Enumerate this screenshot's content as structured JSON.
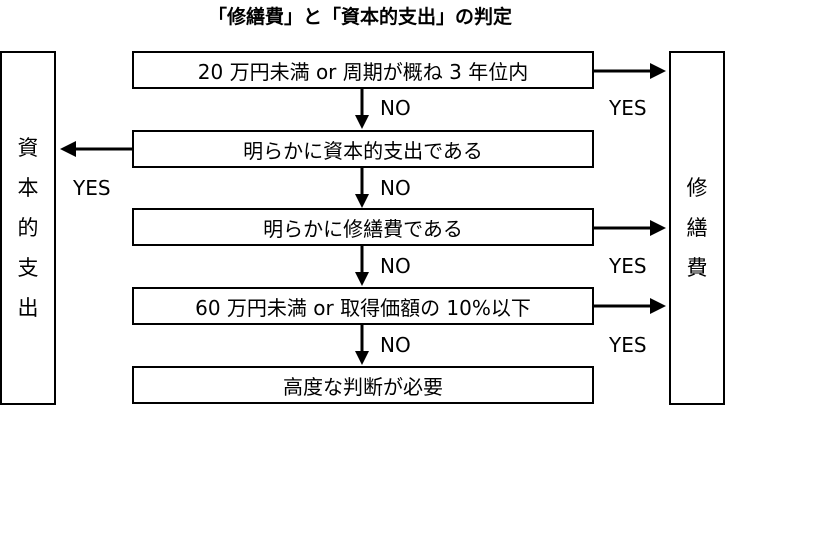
{
  "title": "「修繕費」と「資本的支出」の判定",
  "steps": [
    "20 万円未満 or 周期が概ね 3 年位内",
    "明らかに資本的支出である",
    "明らかに修繕費である",
    "60 万円未満 or 取得価額の 10%以下",
    "高度な判断が必要"
  ],
  "left_box": {
    "chars": [
      "資",
      "本",
      "的",
      "支",
      "出"
    ]
  },
  "right_box": {
    "chars": [
      "修",
      "繕",
      "費"
    ]
  },
  "branch_labels": {
    "no": "NO",
    "yes": "YES"
  }
}
